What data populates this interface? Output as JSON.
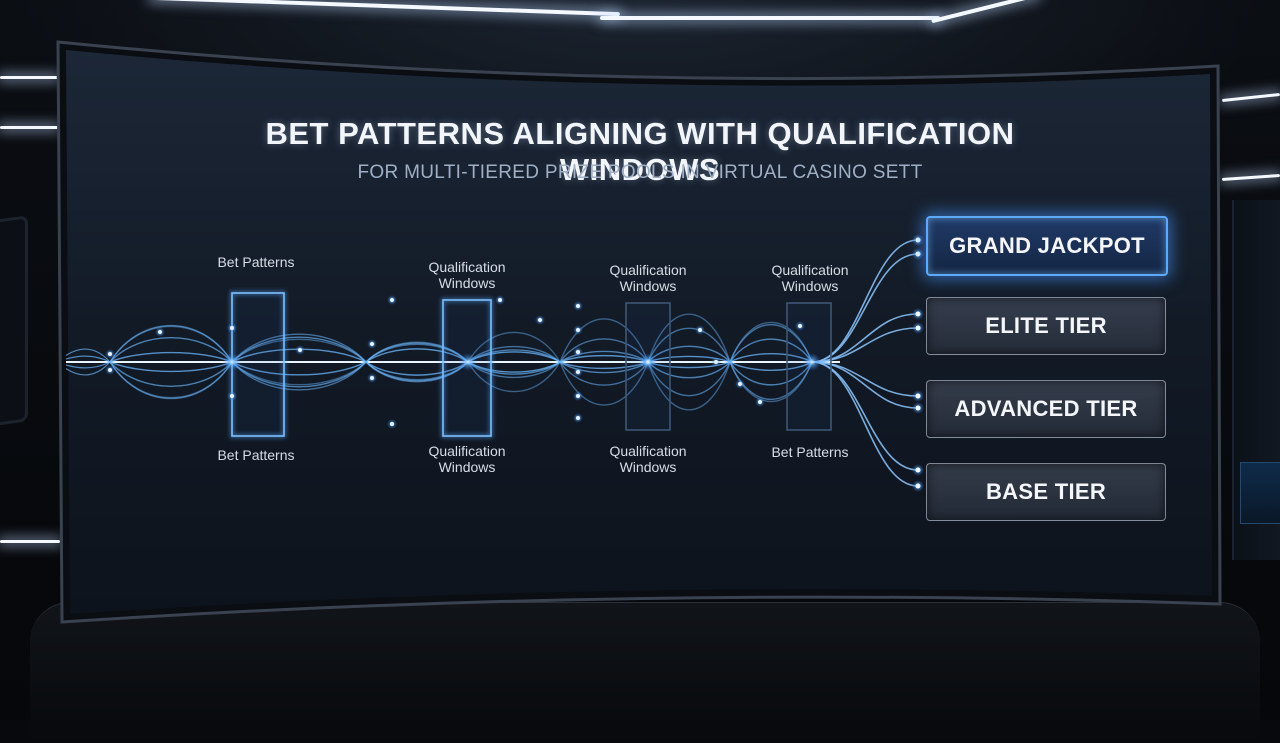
{
  "diagram": {
    "title": "BET PATTERNS ALIGNING WITH QUALIFICATION WINDOWS",
    "subtitle": "FOR MULTI-TIERED PRIZE POOLS IN VIRTUAL CASINO SETT"
  },
  "labels": {
    "top_bet_patterns": "Bet Patterns",
    "top_window_1": "Qualification Windows",
    "top_window_2": "Qualification Windows",
    "top_window_3": "Qualification Windows",
    "bottom_bet_patterns_1": "Bet Patterns",
    "bottom_window_1": "Qualification Windows",
    "bottom_window_2": "Qualification Windows",
    "bottom_bet_patterns_2": "Bet Patterns"
  },
  "tiers": [
    {
      "label": "GRAND JACKPOT"
    },
    {
      "label": "ELITE TIER"
    },
    {
      "label": "ADVANCED TIER"
    },
    {
      "label": "BASE TIER"
    }
  ],
  "colors": {
    "accent": "#4fa3ff",
    "wave": "#6cb8ff",
    "background": "#07090d"
  }
}
